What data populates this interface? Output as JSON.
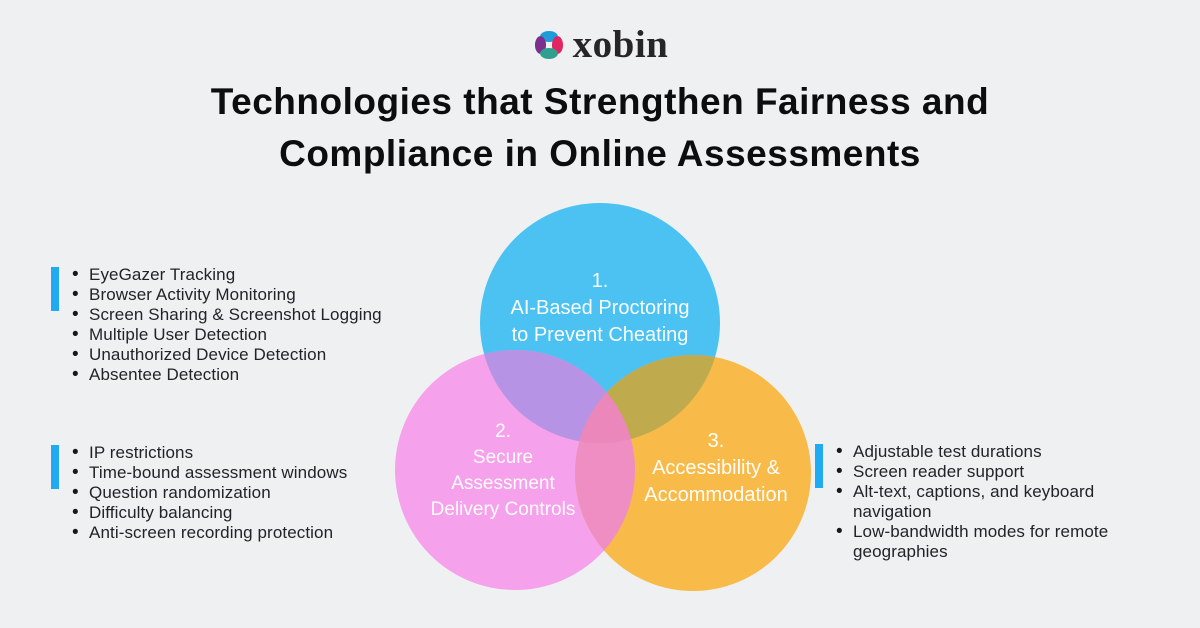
{
  "page": {
    "background_color": "#EFF0F2",
    "accent_color": "#1FAAF2",
    "title_color": "#0C0D0E",
    "body_text_color": "#212427"
  },
  "logo": {
    "brand": "xobin",
    "petal_colors": {
      "top": "#1E9CD9",
      "left": "#7D2F8D",
      "right": "#E02562",
      "bottom": "#2FA08F"
    }
  },
  "title": {
    "line1": "Technologies that Strengthen Fairness and",
    "line2": "Compliance in Online Assessments"
  },
  "venn": {
    "circles": [
      {
        "number": "1.",
        "lines": [
          "AI-Based Proctoring",
          "to Prevent Cheating"
        ],
        "color": "#4CC2F2"
      },
      {
        "number": "2.",
        "lines": [
          "Secure",
          "Assessment",
          "Delivery Controls"
        ],
        "color": "#F6A1EB"
      },
      {
        "number": "3.",
        "lines": [
          "Accessibility &",
          "Accommodation"
        ],
        "color": "#F8BA48"
      }
    ],
    "overlaps": {
      "blue_pink": "#B793E6",
      "blue_orange": "#C0AA4E",
      "pink_orange": "#EF8EC3",
      "center": "#EB87BB"
    }
  },
  "lists": [
    {
      "items": [
        "EyeGazer Tracking",
        "Browser Activity Monitoring",
        "Screen Sharing & Screenshot Logging",
        "Multiple User Detection",
        "Unauthorized Device Detection",
        "Absentee Detection"
      ]
    },
    {
      "items": [
        "IP restrictions",
        "Time-bound assessment windows",
        "Question randomization",
        "Difficulty balancing",
        "Anti-screen recording protection"
      ]
    },
    {
      "items": [
        "Adjustable test durations",
        "Screen reader support",
        "Alt-text, captions, and keyboard navigation",
        "Low-bandwidth modes for remote geographies"
      ]
    }
  ]
}
